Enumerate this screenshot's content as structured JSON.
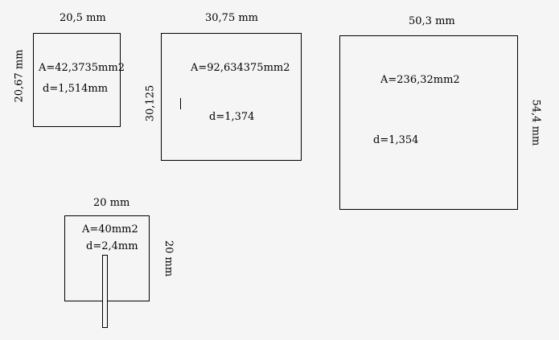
{
  "diagram": {
    "square1": {
      "top_label": "20,5 mm",
      "side_label": "20,67 mm",
      "area": "A=42,3735mm2",
      "d": "d=1,514mm"
    },
    "square2": {
      "top_label": "30,75 mm",
      "side_label": "30,125",
      "area": "A=92,634375mm2",
      "d": "d=1,374"
    },
    "square3": {
      "top_label": "50,3 mm",
      "side_label": "54,4 mm",
      "area": "A=236,32mm2",
      "d": "d=1,354"
    },
    "square4": {
      "top_label": "20 mm",
      "side_label": "20 mm",
      "area": "A=40mm2",
      "d": "d=2,4mm"
    }
  }
}
